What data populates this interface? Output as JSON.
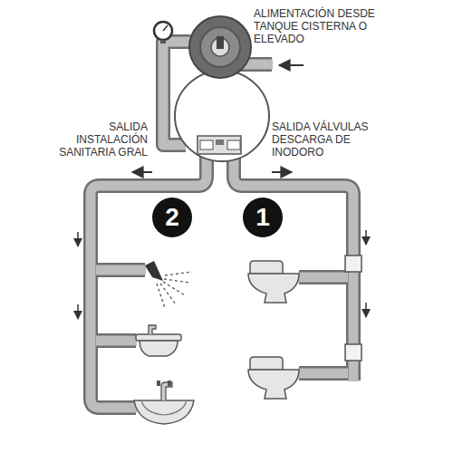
{
  "diagram": {
    "labels": [
      "ALIMENTACIÓN DESDE TANQUE CISTERNA O ELEVADO",
      "SALIDA INSTALACIÓN SANITARIA GRAL",
      "SALIDA VÁLVULAS DESCARGA DE INODORO",
      "2",
      "1"
    ]
  }
}
